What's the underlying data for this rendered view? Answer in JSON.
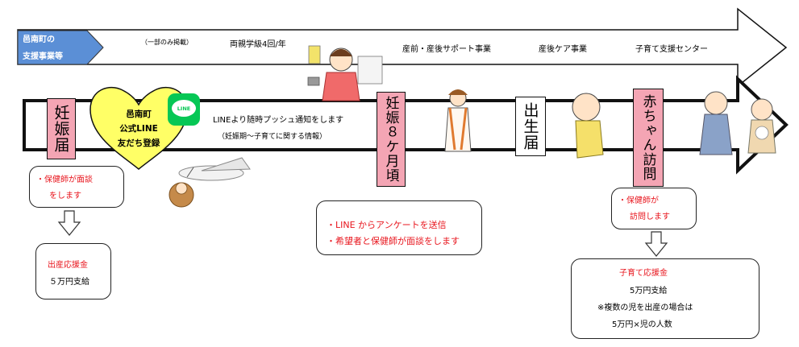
{
  "support": {
    "label_line1": "邑南町の",
    "label_line2": "支援事業等"
  },
  "top_row": {
    "partial_note": "（一部のみ掲載）",
    "parent_class": "両親学級4回/年",
    "prenatal_postnatal": "産前・産後サポート事業",
    "postnatal_care": "産後ケア事業",
    "child_center": "子育て支援センター"
  },
  "heart": {
    "line1": "邑南町",
    "line2": "公式LINE",
    "line3": "友だち登録"
  },
  "line_icon": {
    "text": "LINE",
    "color": "#06c755"
  },
  "line_info": {
    "line1": "LINEより随時プッシュ通知をします",
    "line2": "（妊娠期～子育てに関する情報）"
  },
  "milestones": {
    "pregnancy": "妊娠届",
    "month8": "妊娠８ケ月頃",
    "birth": "出生届",
    "baby_visit": "赤ちゃん訪問"
  },
  "boxes": {
    "nurse_interview": {
      "line1": "・保健師が面談",
      "line2": "をします"
    },
    "birth_support": {
      "title": "出産応援金",
      "amount": "５万円支給"
    },
    "survey": {
      "line1": "・LINE からアンケートを送信",
      "line2": "・希望者と保健師が面談をします"
    },
    "nurse_visit": {
      "line1": "・保健師が",
      "line2": "訪問します"
    },
    "child_support": {
      "title": "子育て応援金",
      "amount": "5万円支給",
      "note": "※複数の児を出産の場合は",
      "formula": "5万円×児の人数"
    }
  },
  "colors": {
    "support_label_bg": "#5b8fd6",
    "milestone_pink": "#f4a5b4",
    "heart_yellow": "#ffff66",
    "accent_red": "#e8141c"
  }
}
